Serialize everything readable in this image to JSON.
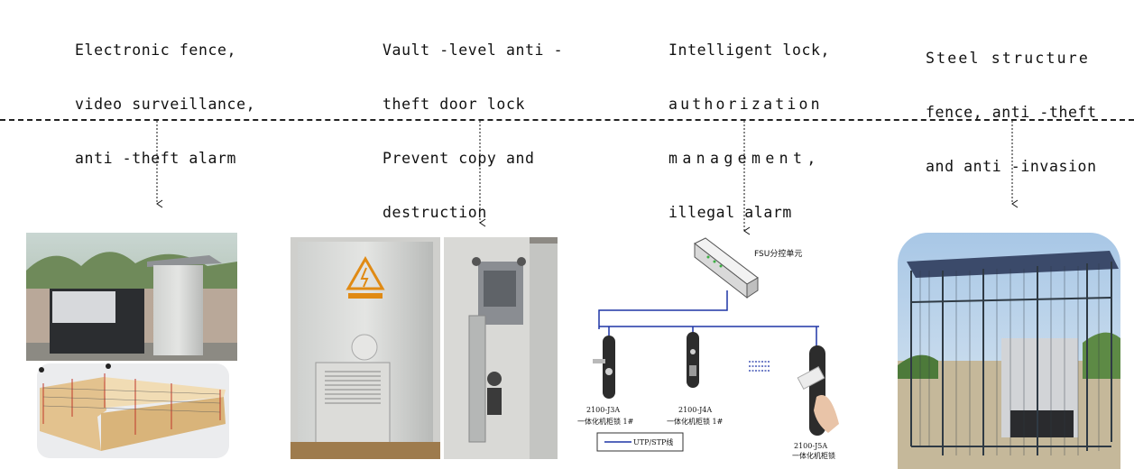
{
  "captions": [
    [
      "Electronic fence,",
      "video surveillance,",
      "anti -theft alarm"
    ],
    [
      "Vault -level anti -",
      "theft door lock",
      "Prevent copy and",
      "destruction"
    ],
    [
      "Intelligent lock,",
      "authorization",
      "management,",
      "illegal alarm"
    ],
    [
      "Steel structure",
      "fence, anti -theft",
      "and anti -invasion"
    ]
  ],
  "lock_diagram": {
    "fsu_label": "FSU分控单元",
    "locks": [
      {
        "model": "2100-J3A",
        "desc": "一体化机柜锁 1#"
      },
      {
        "model": "2100-J4A",
        "desc": "一体化机柜锁 1#"
      },
      {
        "model": "2100-J5A",
        "desc": "一体化机柜锁"
      }
    ],
    "legend_label": "UTP/STP线",
    "line_color": "#1f35a6"
  }
}
